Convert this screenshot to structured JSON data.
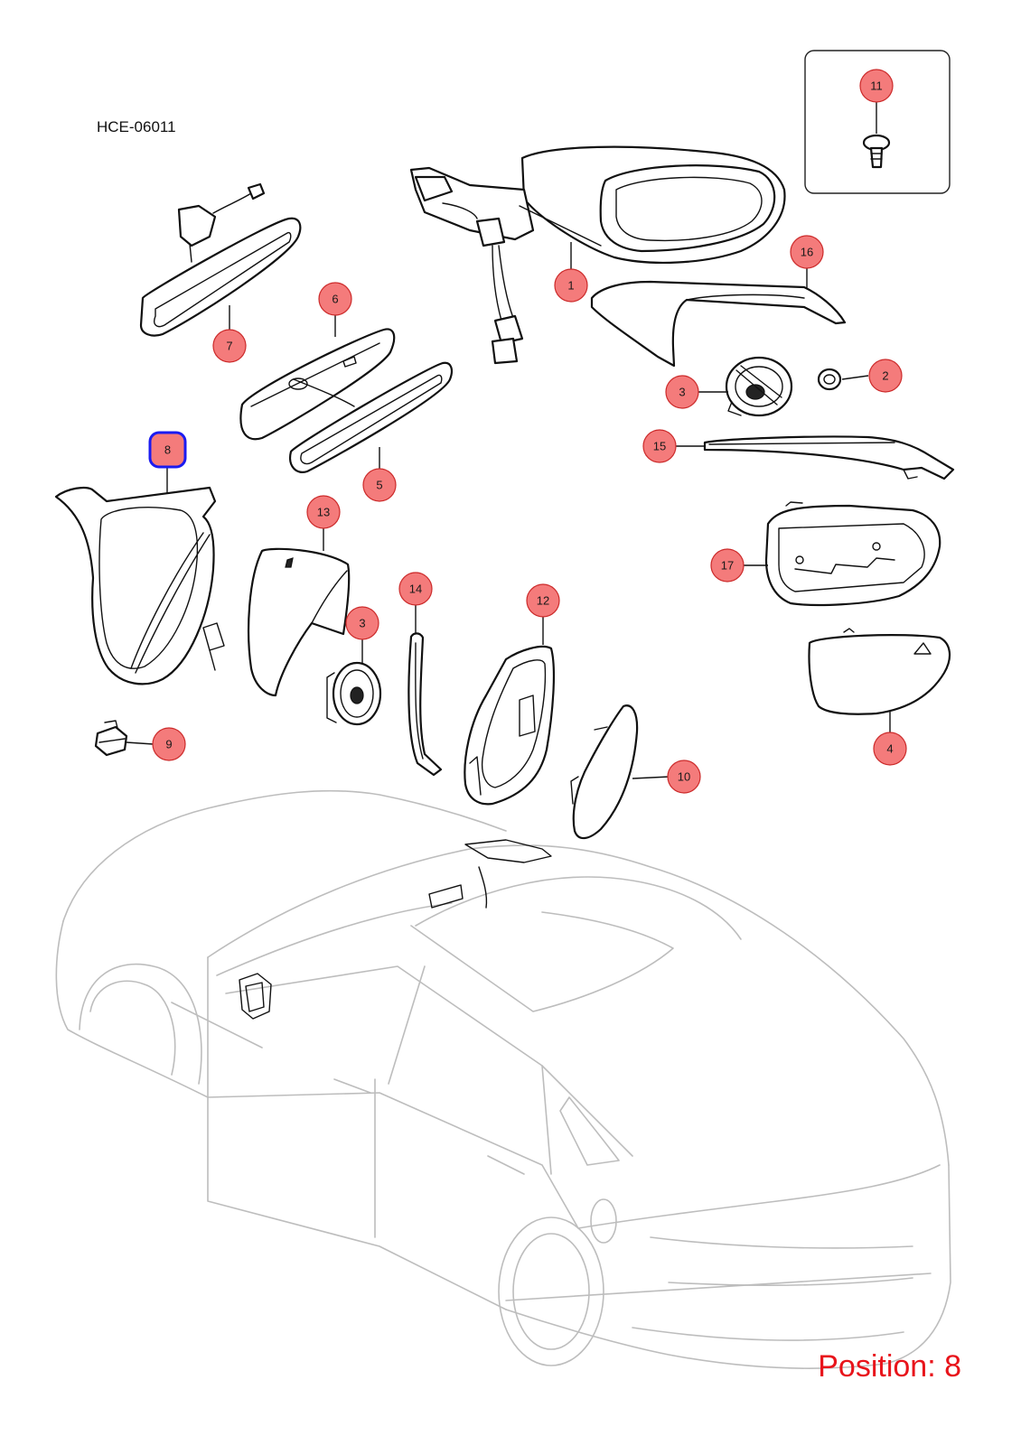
{
  "diagram": {
    "code": "HCE-06011",
    "position_label": "Position: 8",
    "selected_position": "8",
    "callouts": [
      "1",
      "2",
      "3",
      "3",
      "4",
      "5",
      "6",
      "7",
      "8",
      "9",
      "10",
      "11",
      "12",
      "13",
      "14",
      "15",
      "16",
      "17"
    ]
  },
  "colors": {
    "callout_fill": "#f47b7b",
    "callout_stroke": "#cc2a2a",
    "selection_outline": "#1b1bf0",
    "position_label": "#e8141b",
    "line_art": "#111111",
    "car_outline": "#bdbdbd"
  }
}
